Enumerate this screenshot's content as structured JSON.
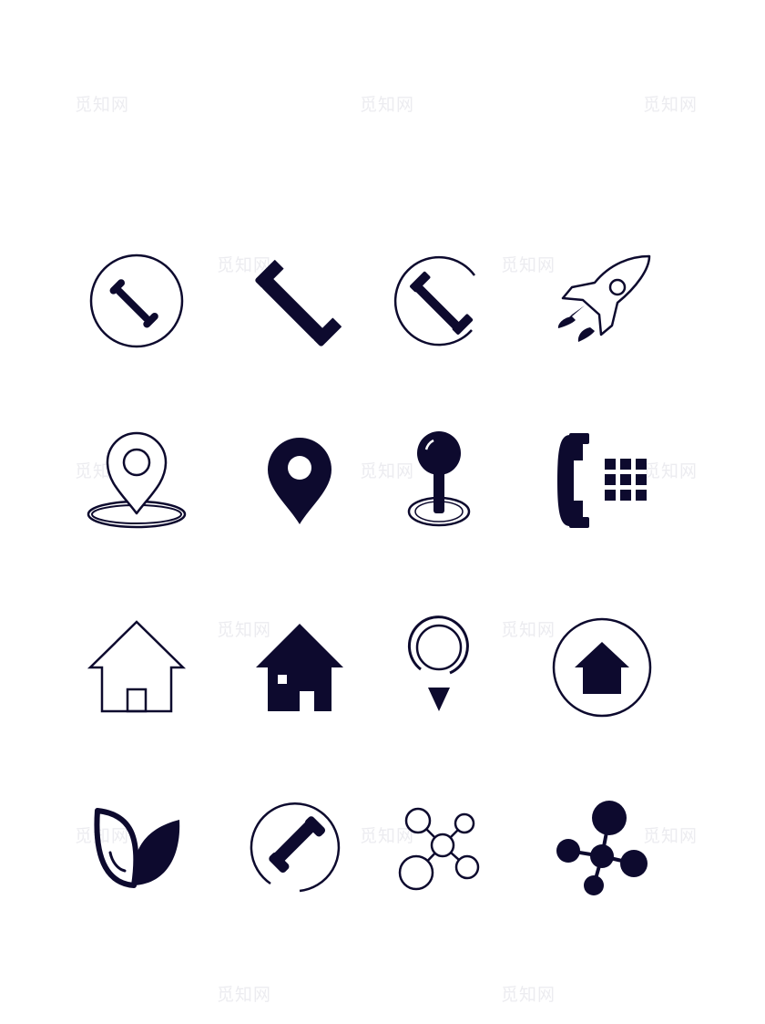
{
  "watermarks": [
    "觅知网",
    "觅知网",
    "觅知网",
    "觅知网",
    "觅知网",
    "觅知网",
    "觅知网",
    "觅知网",
    "觅知网",
    "觅知网",
    "觅知网",
    "觅知网",
    "觅知网",
    "觅知网",
    "觅知网"
  ],
  "colors": {
    "icon": "#0d0a2e",
    "background": "#ffffff",
    "watermark": "#ececf0"
  },
  "icons": [
    "phone-circle-outline-icon",
    "phone-handset-icon",
    "phone-partial-circle-icon",
    "rocket-outline-icon",
    "location-pin-ring-icon",
    "location-pin-solid-icon",
    "push-pin-icon",
    "phone-keypad-icon",
    "house-outline-icon",
    "house-solid-icon",
    "location-pin-circle-icon",
    "home-circle-icon",
    "leaf-icon",
    "phone-open-circle-icon",
    "network-nodes-outline-icon",
    "network-nodes-solid-icon"
  ]
}
